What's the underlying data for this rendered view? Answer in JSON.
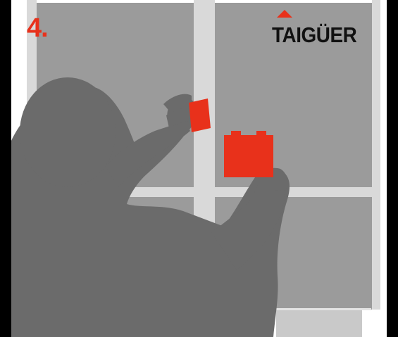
{
  "step": {
    "label": "4."
  },
  "brand": {
    "name": "TAIGÜER"
  },
  "colors": {
    "accent": "#e8311b",
    "glass": "#9a9a9a",
    "frame": "#d7d7d7",
    "silhouette": "#6b6b6b",
    "background": "#ffffff",
    "border": "#000000"
  },
  "icons": {
    "brand_mark": "red-triangle",
    "small_pad": "red-square",
    "large_pad": "red-block"
  }
}
